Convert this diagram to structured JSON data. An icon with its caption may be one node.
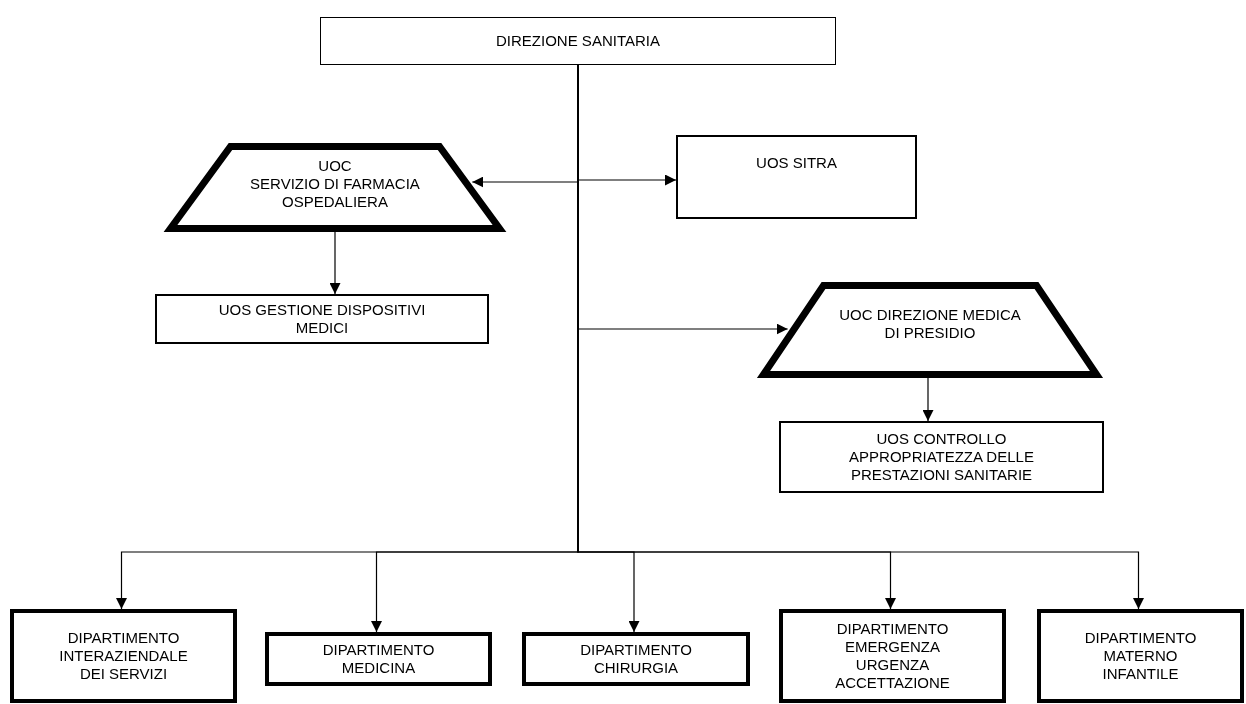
{
  "diagram": {
    "nodes": [
      {
        "text": [
          "DIREZIONE SANITARIA"
        ]
      },
      {
        "text": [
          "UOC",
          "SERVIZIO DI FARMACIA OSPEDALIERA"
        ]
      },
      {
        "text": [
          "UOS SITRA"
        ]
      },
      {
        "text": [
          "UOS GESTIONE DISPOSITIVI MEDICI"
        ]
      },
      {
        "text": [
          "UOC DIREZIONE MEDICA DI PRESIDIO"
        ]
      },
      {
        "text": [
          "UOS CONTROLLO APPROPRIATEZZA DELLE PRESTAZIONI SANITARIE"
        ]
      },
      {
        "text": [
          "DIPARTIMENTO INTERAZIENDALE DEI SERVIZI"
        ]
      },
      {
        "text": [
          "DIPARTIMENTO MEDICINA"
        ]
      },
      {
        "text": [
          "DIPARTIMENTO CHIRURGIA"
        ]
      },
      {
        "text": [
          "DIPARTIMENTO EMERGENZA URGENZA ACCETTAZIONE"
        ]
      },
      {
        "text": [
          "DIPARTIMENTO MATERNO INFANTILE"
        ]
      }
    ],
    "edges": [
      {
        "from": 0,
        "to": 1,
        "arrow": "to"
      },
      {
        "from": 0,
        "to": 2,
        "arrow": "to"
      },
      {
        "from": 1,
        "to": 3,
        "arrow": "to"
      },
      {
        "from": 0,
        "to": 4,
        "arrow": "to"
      },
      {
        "from": 4,
        "to": 5,
        "arrow": "to"
      },
      {
        "from": 0,
        "to": 6,
        "arrow": "to"
      },
      {
        "from": 0,
        "to": 7,
        "arrow": "to"
      },
      {
        "from": 0,
        "to": 8,
        "arrow": "to"
      },
      {
        "from": 0,
        "to": 9,
        "arrow": "to"
      },
      {
        "from": 0,
        "to": 10,
        "arrow": "to"
      }
    ]
  }
}
